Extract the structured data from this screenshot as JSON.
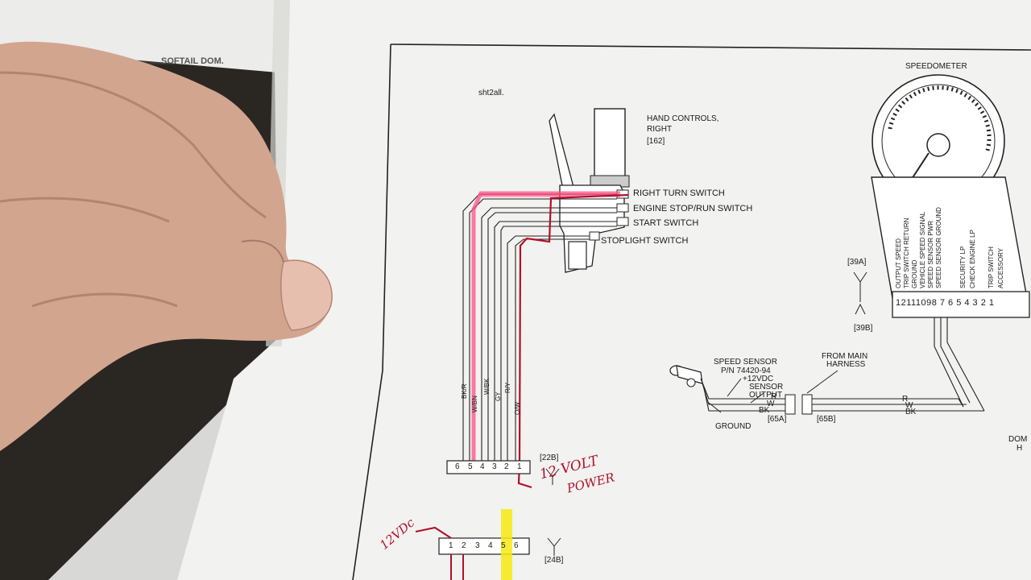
{
  "header": {
    "sheet_id": "sht2all.",
    "back_page_text": "SOFTAIL DOM."
  },
  "hand_controls": {
    "title_line1": "HAND CONTROLS,",
    "title_line2": "RIGHT",
    "ref": "[162]",
    "switches": [
      "RIGHT TURN SWITCH",
      "ENGINE STOP/RUN SWITCH",
      "START SWITCH",
      "STOPLIGHT SWITCH"
    ]
  },
  "wire_labels": [
    "BK/R",
    "W/BN",
    "W/BK",
    "GY",
    "R/Y",
    "O/W"
  ],
  "connector_22b": {
    "ref": "[22B]",
    "pins": [
      "6",
      "5",
      "4",
      "3",
      "2",
      "1"
    ]
  },
  "connector_24b": {
    "ref": "[24B]",
    "pins": [
      "1",
      "2",
      "3",
      "4",
      "5",
      "6"
    ]
  },
  "speedometer": {
    "title": "SPEEDOMETER",
    "pin_functions": [
      "OUTPUT SPEED",
      "TRIP SWITCH RETURN",
      "GROUND",
      "VEHICLE SPEED SIGNAL",
      "SPEED SENSOR PWR",
      "SPEED SENSOR GROUND",
      "SECURITY LP",
      "CHECK ENGINE LP",
      "TRIP SWITCH",
      "ACCESSORY"
    ],
    "pin_numbers": "12111098 7 6 5 4 3 2 1",
    "ref_a": "[39A]",
    "ref_b": "[39B]"
  },
  "speed_sensor": {
    "title_line1": "SPEED SENSOR",
    "title_line2": "P/N 74420-94",
    "plus12": "+12VDC",
    "sensor_output_line1": "SENSOR",
    "sensor_output_line2": "OUTPUT",
    "ground": "GROUND",
    "wires": [
      "R",
      "W",
      "BK"
    ],
    "ref_a": "[65A]",
    "ref_b": "[65B]"
  },
  "from_main_harness": {
    "line1": "FROM MAIN",
    "line2": "HARNESS"
  },
  "right_edge_text": {
    "line1": "DOM",
    "line2": "H"
  },
  "annotations": {
    "power_line1": "12 VOLT",
    "power_line2": "POWER",
    "vdc": "12VDc"
  },
  "colors": {
    "pink_highlight": "#ff4f86",
    "red_pen": "#b0102a",
    "yellow_highlight": "#f7ea10",
    "paper": "#f2f2f0",
    "ink": "#1a1a1a"
  }
}
